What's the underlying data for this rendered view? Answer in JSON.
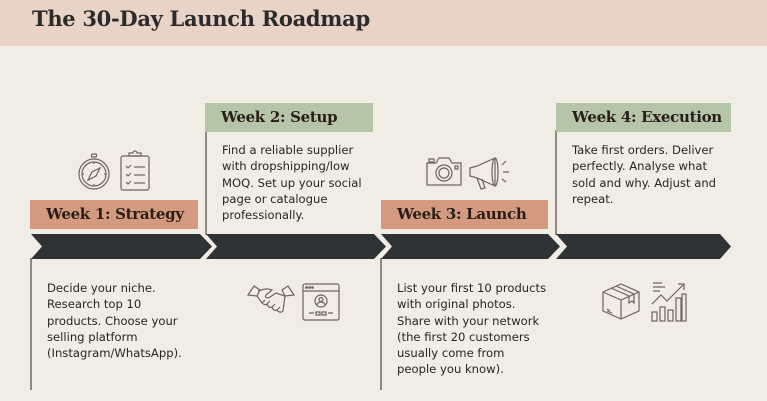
{
  "header": {
    "title": "The 30-Day Launch Roadmap"
  },
  "colors": {
    "header_band": "#e8d3c6",
    "background": "#f1ece4",
    "terracotta": "#d39a80",
    "sage": "#b4c5a8",
    "arrow": "#2f3336",
    "icon_stroke": "#6e655d"
  },
  "weeks": [
    {
      "label": "Week 1: Strategy",
      "description": "Decide your niche. Research top 10 products. Choose your selling platform (Instagram/WhatsApp).",
      "icons": [
        "compass-icon",
        "clipboard-checklist-icon"
      ]
    },
    {
      "label": "Week 2: Setup",
      "description": "Find a reliable supplier with dropshipping/low MOQ. Set up your social page or catalogue professionally.",
      "icons": [
        "handshake-icon",
        "profile-browser-icon"
      ]
    },
    {
      "label": "Week 3: Launch",
      "description": "List your first 10 products with original photos. Share with your network (the first 20 customers usually come from people you know).",
      "icons": [
        "camera-icon",
        "megaphone-icon"
      ]
    },
    {
      "label": "Week 4: Execution",
      "description": "Take first orders. Deliver perfectly. Analyse what sold and why. Adjust and repeat.",
      "icons": [
        "package-box-icon",
        "growth-chart-icon"
      ]
    }
  ]
}
